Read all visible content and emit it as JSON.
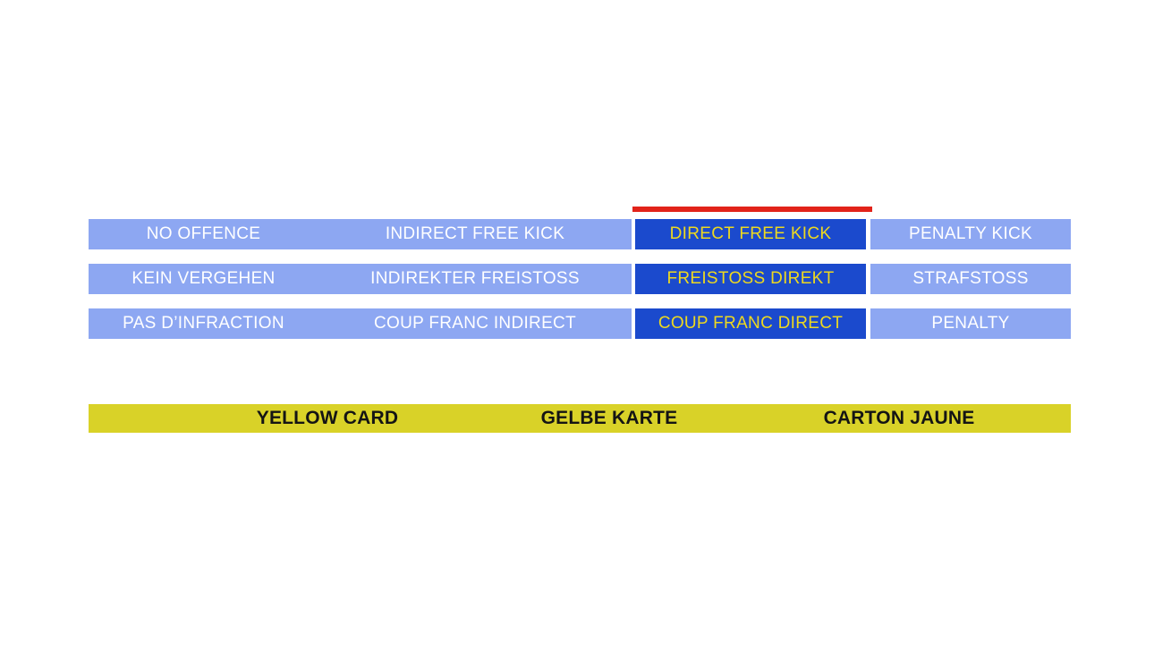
{
  "colors": {
    "light_blue": "#8da7f2",
    "dark_blue": "#1b4acd",
    "yellow_text": "#eed91e",
    "red": "#e2231a",
    "yellow_bar": "#d9d228",
    "black_text": "#141414"
  },
  "decision_table": {
    "highlighted_column_index": 2,
    "highlighted_answer": "DIRECT FREE KICK",
    "rows": [
      {
        "language": "english",
        "cells": [
          "NO OFFENCE",
          "INDIRECT FREE KICK",
          "DIRECT FREE KICK",
          "PENALTY KICK"
        ]
      },
      {
        "language": "german",
        "cells": [
          "KEIN VERGEHEN",
          "INDIREKTER FREISTOSS",
          "FREISTOSS DIREKT",
          "STRAFSTOSS"
        ]
      },
      {
        "language": "french",
        "cells": [
          "PAS D’INFRACTION",
          "COUP FRANC INDIRECT",
          "COUP FRANC DIRECT",
          "PENALTY"
        ]
      }
    ]
  },
  "card_bar": {
    "labels": {
      "english": "YELLOW CARD",
      "german": "GELBE KARTE",
      "french": "CARTON JAUNE"
    }
  }
}
